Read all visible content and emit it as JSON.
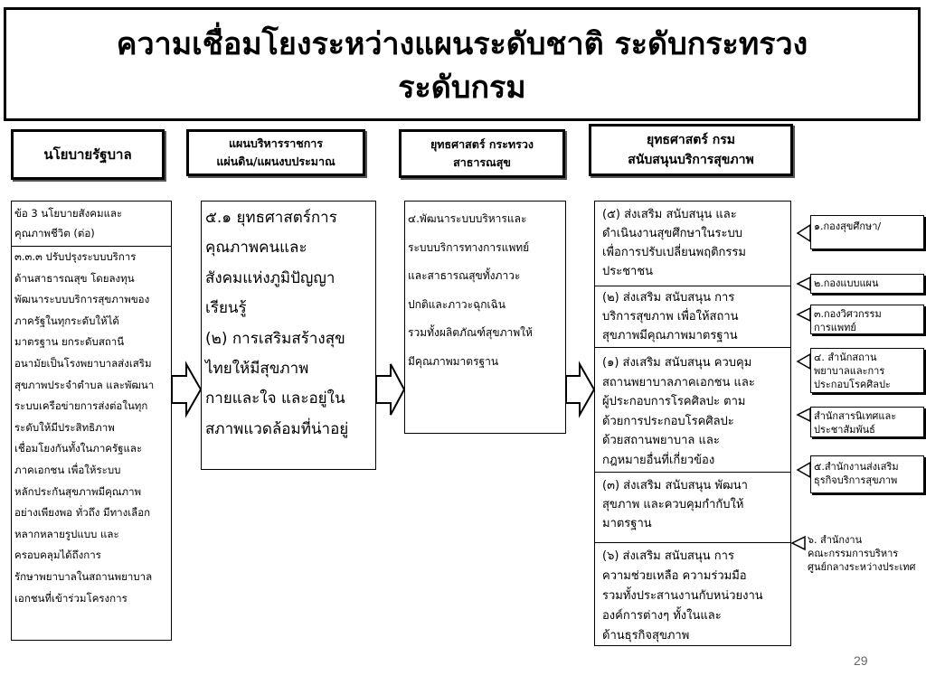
{
  "slide": {
    "title_line1": "ความเชื่อมโยงระหว่างแผนระดับชาติ ระดับกระทรวง",
    "title_line2": "ระดับกรม",
    "page_number": "29"
  },
  "headers": {
    "col1": "นโยบายรัฐบาล",
    "col2_line1": "แผนบริหารราชการ",
    "col2_line2": "แผ่นดิน/แผนงบประมาณ",
    "col3_line1": "ยุทธศาสตร์ กระทรวง",
    "col3_line2": "สาธารณสุข",
    "col4_line1": "ยุทธศาสตร์ กรม",
    "col4_line2": "สนับสนุนบริการสุขภาพ"
  },
  "col1": {
    "top_lines": [
      "ข้อ 3 นโยบายสังคมและ",
      "คุณภาพชีวิต (ต่อ)"
    ],
    "body_lines": [
      "๓.๓.๓ ปรับปรุงระบบบริการ",
      "ด้านสาธารณสุข โดยลงทุน",
      "พัฒนาระบบบริการสุขภาพของ",
      "ภาครัฐในทุกระดับให้ได้",
      "มาตรฐาน ยกระดับสถานี",
      "อนามัยเป็นโรงพยาบาลส่งเสริม",
      "สุขภาพประจำตำบล และพัฒนา",
      "ระบบเครือข่ายการส่งต่อในทุก",
      "ระดับให้มีประสิทธิภาพ",
      "เชื่อมโยงกันทั้งในภาครัฐและ",
      "ภาคเอกชน เพื่อให้ระบบ",
      "หลักประกันสุขภาพมีคุณภาพ",
      "อย่างเพียงพอ ทั่วถึง มีทางเลือก",
      "หลากหลายรูปแบบ และ",
      "ครอบคลุมได้ถึงการ",
      "รักษาพยาบาลในสถานพยาบาล",
      "เอกชนที่เข้าร่วมโครงการ"
    ]
  },
  "col2": {
    "lines": [
      "๕.๑ ยุทธศาสตร์การ",
      "คุณภาพคนและ",
      "สังคมแห่งภูมิปัญญา",
      "เรียนรู้",
      "(๒) การเสริมสร้างสุข",
      "ไทยให้มีสุขภาพ",
      "กายและใจ และอยู่ใน",
      "สภาพแวดล้อมที่น่าอยู่"
    ]
  },
  "col3": {
    "lines": [
      "๔.พัฒนาระบบบริหารและ",
      "ระบบบริการทางการแพทย์",
      "และสาธารณสุขทั้งภาวะ",
      "ปกติและภาวะฉุกเฉิน",
      "รวมทั้งผลิตภัณฑ์สุขภาพให้",
      "มีคุณภาพมาตรฐาน"
    ]
  },
  "col4": {
    "cells": [
      {
        "lines": [
          "(๕) ส่งเสริม สนับสนุน และ",
          "ดำเนินงานสุขศึกษาในระบบ",
          "เพื่อการปรับเปลี่ยนพฤติกรรม",
          "ประชาชน"
        ]
      },
      {
        "lines": [
          "(๒) ส่งเสริม สนับสนุน การ",
          "บริการสุขภาพ เพื่อให้สถาน",
          "สุขภาพมีคุณภาพมาตรฐาน"
        ]
      },
      {
        "lines": [
          "(๑) ส่งเสริม สนับสนุน ควบคุม",
          "สถานพยาบาลภาคเอกชน และ",
          "ผู้ประกอบการโรคศิลปะ ตาม",
          "ด้วยการประกอบโรคศิลปะ",
          "ด้วยสถานพยาบาล และ",
          "กฎหมายอื่นที่เกี่ยวข้อง"
        ]
      },
      {
        "lines": [
          "(๓) ส่งเสริม สนับสนุน พัฒนา",
          "สุขภาพ และควบคุมกำกับให้",
          "มาตรฐาน"
        ]
      },
      {
        "lines": [
          "(๖) ส่งเสริม สนับสนุน การ",
          "ความช่วยเหลือ ความร่วมมือ",
          "รวมทั้งประสานงานกับหน่วยงาน",
          "องค์การต่างๆ  ทั้งในและ",
          "ด้านธุรกิจสุขภาพ"
        ]
      }
    ]
  },
  "orgs": [
    {
      "lines": [
        "๑.กองสุขศึกษา/"
      ]
    },
    {
      "lines": [
        "๒.กองแบบแผน"
      ]
    },
    {
      "lines": [
        "๓.กองวิศวกรรม",
        "การแพทย์"
      ]
    },
    {
      "lines": [
        "๔. สำนักสถาน",
        "พยาบาลและการ",
        "ประกอบโรคศิลปะ"
      ]
    },
    {
      "lines": [
        "สำนักสารนิเทศและ",
        "ประชาสัมพันธ์"
      ]
    },
    {
      "lines": [
        "๕.สำนักงานส่งเสริม",
        "ธุรกิจบริการสุขภาพ"
      ]
    },
    {
      "lines": [
        "๖. สำนักงาน",
        "คณะกรรมการบริหาร",
        "ศูนย์กลางระหว่างประเทศ"
      ]
    }
  ]
}
